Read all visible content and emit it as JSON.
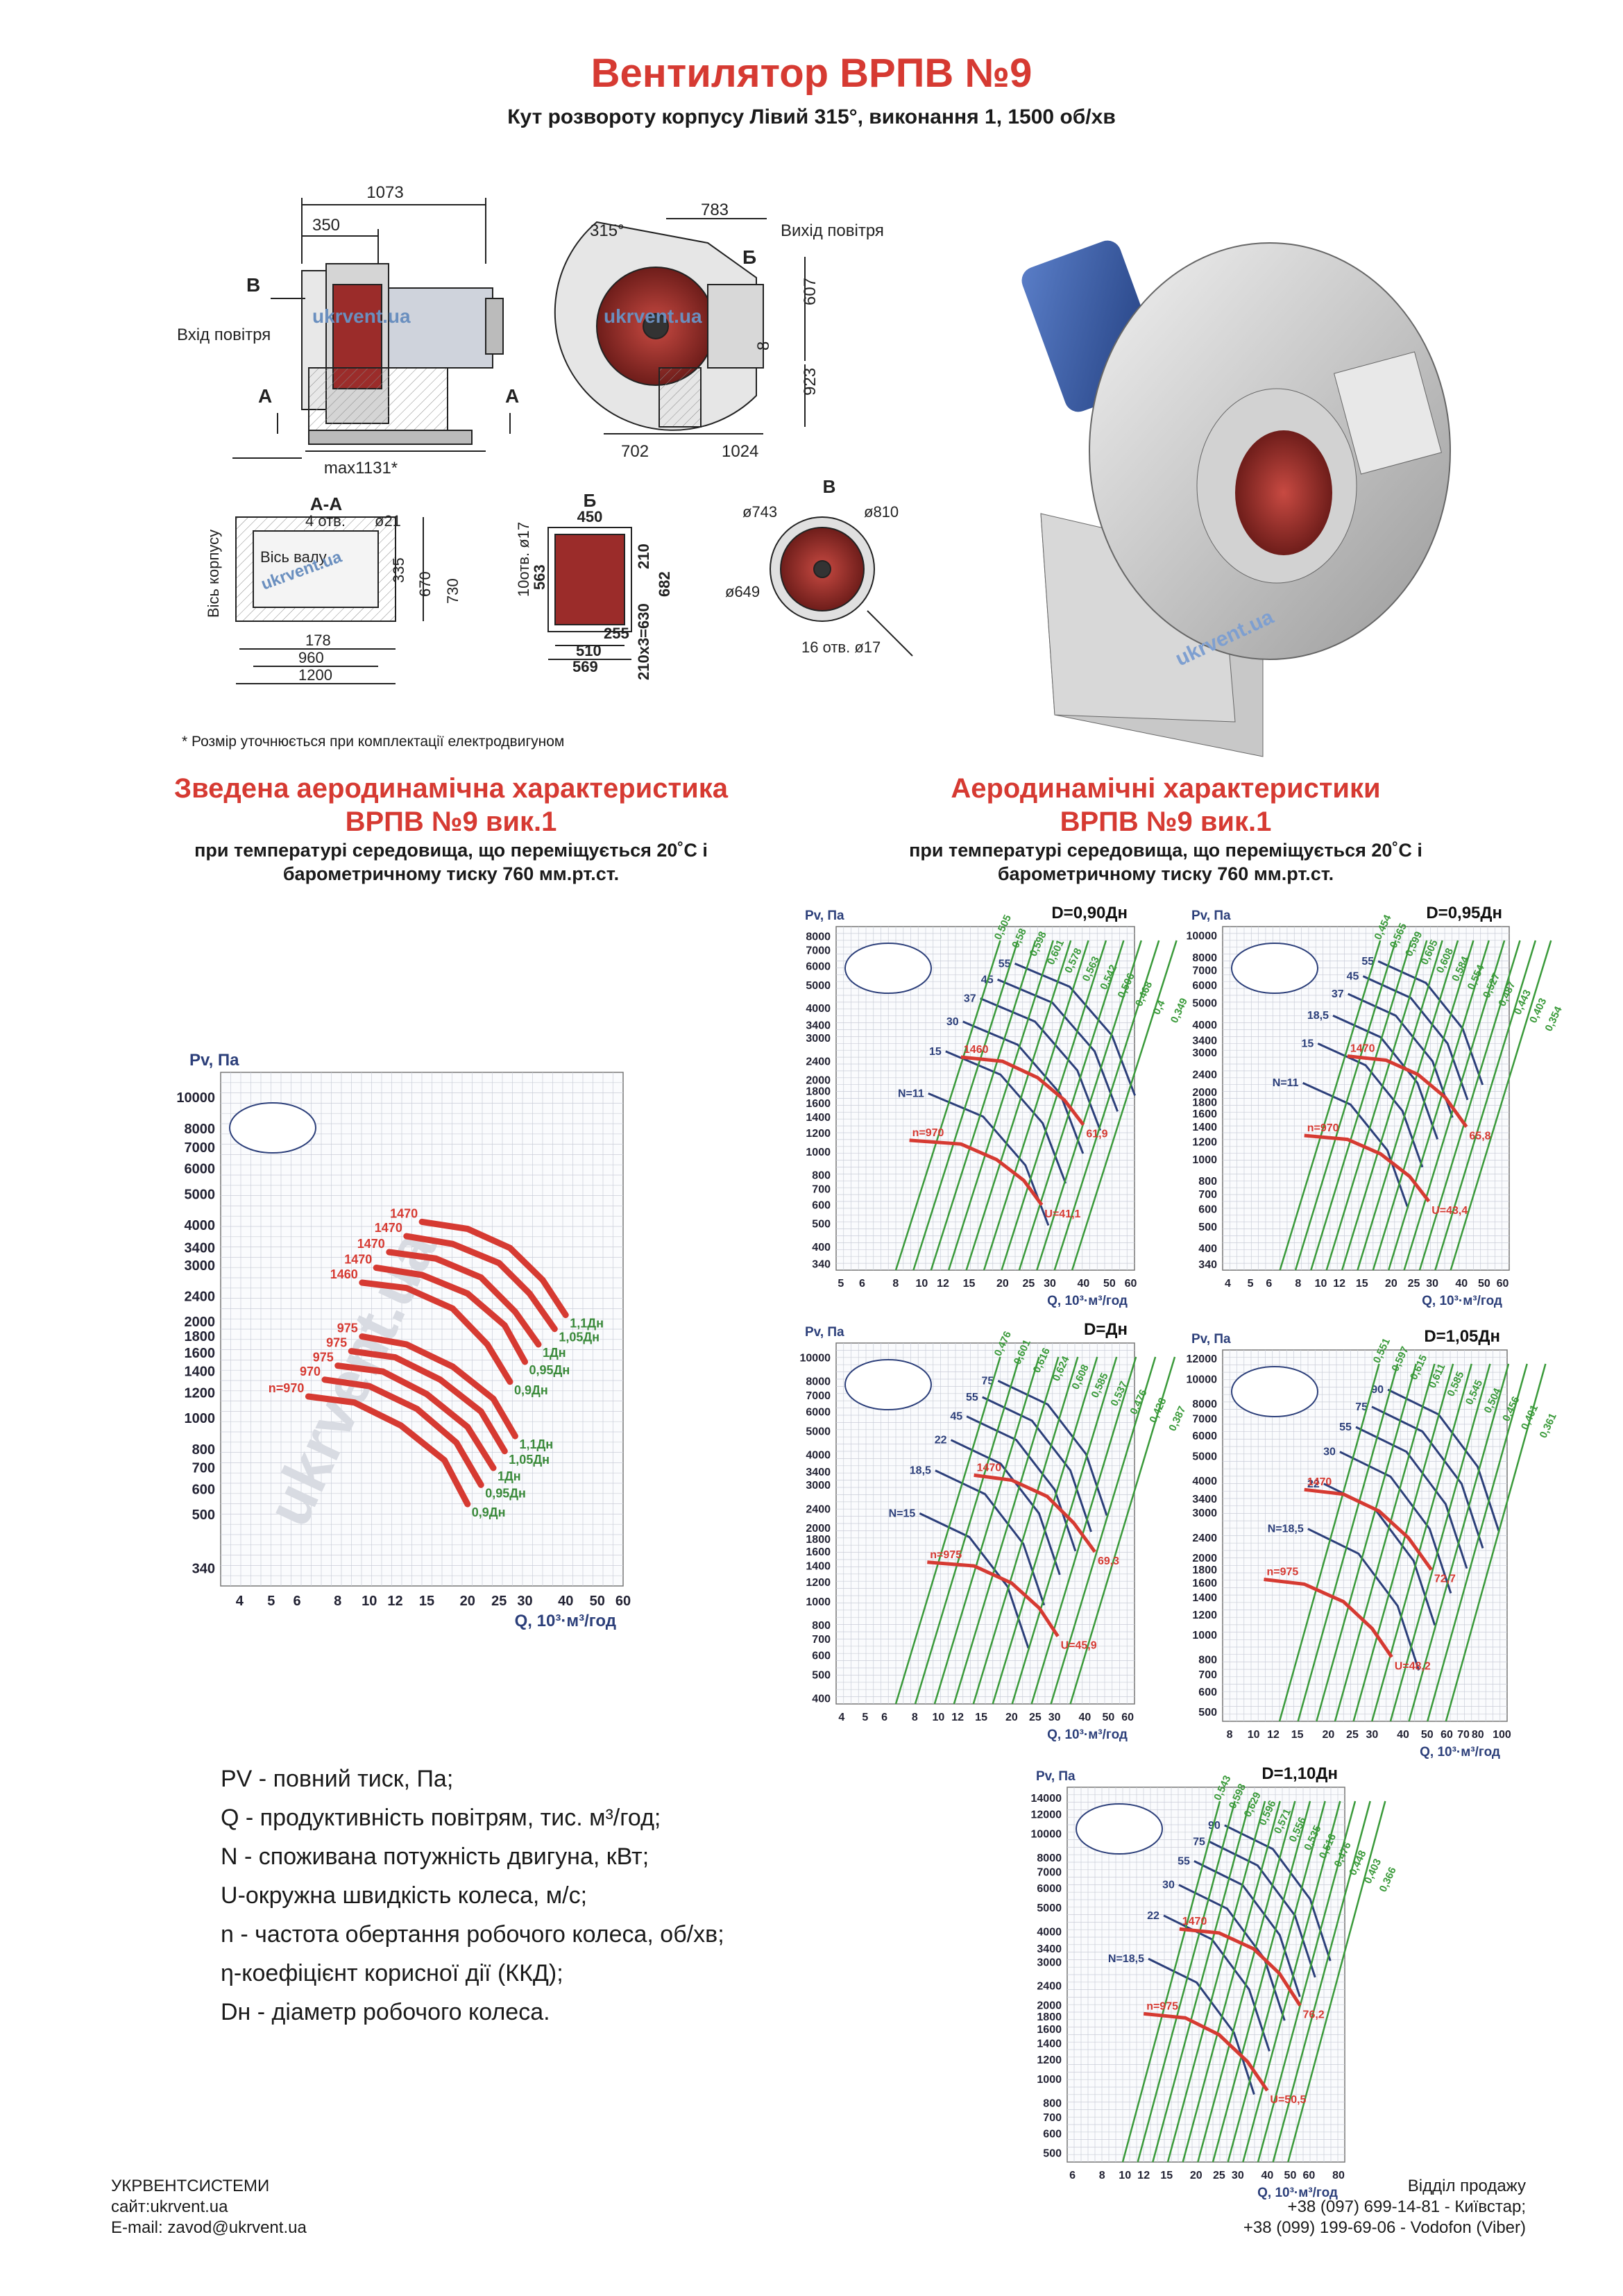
{
  "header": {
    "title": "Вентилятор ВРПВ №9",
    "subtitle": "Кут розвороту корпусу Лівий 315°, виконання 1, 1500 об/хв"
  },
  "drawings": {
    "side_view": {
      "dim_total": "1073",
      "dim_inlet": "350",
      "dim_base": "max1131*",
      "label_b": "В",
      "label_a1": "А",
      "label_a2": "А",
      "label_inlet": "Вхід повітря",
      "watermark": "ukrvent.ua"
    },
    "front_view": {
      "angle": "315°",
      "dim_top": "783",
      "dim_outlet_h": "607",
      "dim_small": "8",
      "dim_height": "923",
      "dim_left": "702",
      "dim_right": "1024",
      "label_b": "Б",
      "label_outlet": "Вихід повітря",
      "watermark": "ukrvent.ua"
    },
    "section_aa": {
      "title": "А-А",
      "holes": "4 отв.",
      "hole_d": "ø21",
      "dim_335": "335",
      "dim_670": "670",
      "dim_730": "730",
      "dim_178": "178",
      "dim_960": "960",
      "dim_1200": "1200",
      "axis_body": "Вісь корпусу",
      "axis_shaft": "Вісь валу",
      "watermark": "ukrvent.ua"
    },
    "view_b": {
      "title": "Б",
      "dim_450": "450",
      "holes": "10отв. ø17",
      "dim_563": "563",
      "dim_210": "210",
      "dim_682": "682",
      "dim_255": "255",
      "dim_510": "510",
      "dim_569": "569",
      "dim_210x3": "210х3=630"
    },
    "view_v": {
      "title": "В",
      "d743": "ø743",
      "d810": "ø810",
      "d649": "ø649",
      "holes": "16 отв. ø17"
    },
    "footnote": "* Розмір уточнюється при комплектації електродвигуном",
    "render_watermark": "ukrvent.ua"
  },
  "left_section": {
    "title_line1": "Зведена аеродинамічна характеристика",
    "title_line2": "ВРПВ №9 вик.1",
    "sub_line1": "при температурі середовища, що переміщується 20˚С і",
    "sub_line2": "барометричному тиску 760 мм.рт.ст."
  },
  "right_section": {
    "title_line1": "Аеродинамічні характеристики",
    "title_line2": "ВРПВ №9 вик.1",
    "sub_line1": "при температурі середовища, що переміщується 20˚С і",
    "sub_line2": "барометричному тиску 760 мм.рт.ст."
  },
  "chart_data": [
    {
      "id": "summary",
      "type": "line",
      "ylabel": "Pv, Па",
      "xlabel": "Q, 10³·м³/год",
      "x_scale": "log",
      "y_scale": "log",
      "xlim": [
        3.5,
        60
      ],
      "ylim": [
        300,
        12000
      ],
      "x_ticks": [
        4,
        5,
        6,
        8,
        10,
        12,
        15,
        20,
        25,
        30,
        40,
        50,
        60
      ],
      "y_ticks": [
        340,
        500,
        600,
        700,
        800,
        1000,
        1200,
        1400,
        1600,
        1800,
        2000,
        2400,
        3000,
        3400,
        4000,
        5000,
        6000,
        7000,
        8000,
        10000
      ],
      "watermark": "ukrvent.ua",
      "series": [
        {
          "name": "1,1Дн",
          "speed": "1470",
          "points": [
            [
              14.5,
              4100
            ],
            [
              20,
              3900
            ],
            [
              27,
              3400
            ],
            [
              34,
              2700
            ],
            [
              40,
              2100
            ]
          ]
        },
        {
          "name": "1,05Дн",
          "speed": "1470",
          "points": [
            [
              13,
              3700
            ],
            [
              18,
              3500
            ],
            [
              25,
              3050
            ],
            [
              31,
              2450
            ],
            [
              37,
              1900
            ]
          ]
        },
        {
          "name": "1Дн",
          "speed": "1470",
          "points": [
            [
              11.5,
              3300
            ],
            [
              16,
              3150
            ],
            [
              22,
              2750
            ],
            [
              28,
              2150
            ],
            [
              33,
              1700
            ]
          ]
        },
        {
          "name": "0,95Дн",
          "speed": "1470",
          "points": [
            [
              10.5,
              2950
            ],
            [
              14.5,
              2800
            ],
            [
              20,
              2450
            ],
            [
              26,
              1950
            ],
            [
              30,
              1500
            ]
          ]
        },
        {
          "name": "0,9Дн",
          "speed": "1460",
          "points": [
            [
              9.5,
              2650
            ],
            [
              13,
              2550
            ],
            [
              18,
              2200
            ],
            [
              23,
              1700
            ],
            [
              27,
              1300
            ]
          ]
        },
        {
          "name": "1,1Дн",
          "speed": "975",
          "points": [
            [
              9.5,
              1800
            ],
            [
              13,
              1700
            ],
            [
              18,
              1450
            ],
            [
              24,
              1150
            ],
            [
              28,
              880
            ]
          ]
        },
        {
          "name": "1,05Дн",
          "speed": "975",
          "points": [
            [
              8.8,
              1620
            ],
            [
              12,
              1550
            ],
            [
              16.5,
              1320
            ],
            [
              22,
              1050
            ],
            [
              26,
              790
            ]
          ]
        },
        {
          "name": "1Дн",
          "speed": "975",
          "points": [
            [
              8,
              1460
            ],
            [
              11,
              1400
            ],
            [
              15,
              1190
            ],
            [
              20,
              940
            ],
            [
              24,
              700
            ]
          ]
        },
        {
          "name": "0,95Дн",
          "speed": "970",
          "points": [
            [
              7.3,
              1320
            ],
            [
              10,
              1260
            ],
            [
              14,
              1070
            ],
            [
              18.5,
              840
            ],
            [
              22,
              620
            ]
          ]
        },
        {
          "name": "0,9Дн",
          "speed": "n=970",
          "points": [
            [
              6.5,
              1170
            ],
            [
              9,
              1120
            ],
            [
              12.5,
              950
            ],
            [
              17,
              740
            ],
            [
              20,
              540
            ]
          ]
        }
      ]
    },
    {
      "id": "d090",
      "type": "line",
      "title": "D=0,90Дн",
      "ylabel": "Pv, Па",
      "xlabel": "Q, 10³·м³/год",
      "x_ticks": [
        5,
        6,
        8,
        10,
        12,
        15,
        20,
        25,
        30,
        40,
        50,
        60
      ],
      "y_ticks": [
        340,
        400,
        500,
        600,
        700,
        800,
        1000,
        1200,
        1400,
        1600,
        1800,
        2000,
        2400,
        3000,
        3400,
        4000,
        5000,
        6000,
        7000,
        8000
      ],
      "xlim": [
        4.8,
        62
      ],
      "ylim": [
        320,
        8800
      ],
      "power_labels": [
        "55",
        "45",
        "37",
        "30",
        "15",
        "N=11"
      ],
      "efficiency_labels": [
        "0,505",
        "0,58",
        "0,598",
        "0,601",
        "0,578",
        "0,563",
        "0,542",
        "0,506",
        "0,468",
        "0,4",
        "0,349"
      ],
      "curves": [
        {
          "label": "1460",
          "points": [
            [
              14,
              2500
            ],
            [
              20,
              2400
            ],
            [
              27,
              2050
            ],
            [
              34,
              1650
            ],
            [
              40,
              1300
            ]
          ]
        },
        {
          "label": "n=970",
          "points": [
            [
              9,
              1120
            ],
            [
              14,
              1080
            ],
            [
              19,
              930
            ],
            [
              24,
              760
            ],
            [
              28,
              600
            ]
          ]
        }
      ],
      "max_speed_label": "61,9",
      "min_speed_label": "U=41,1"
    },
    {
      "id": "d095",
      "type": "line",
      "title": "D=0,95Дн",
      "ylabel": "Pv, Па",
      "xlabel": "Q, 10³·м³/год",
      "x_ticks": [
        4,
        5,
        6,
        8,
        10,
        12,
        15,
        20,
        25,
        30,
        40,
        50,
        60
      ],
      "y_ticks": [
        340,
        400,
        500,
        600,
        700,
        800,
        1000,
        1200,
        1400,
        1600,
        1800,
        2000,
        2400,
        3000,
        3400,
        4000,
        5000,
        6000,
        7000,
        8000,
        10000
      ],
      "xlim": [
        3.8,
        64
      ],
      "ylim": [
        320,
        11000
      ],
      "power_labels": [
        "55",
        "45",
        "37",
        "18,5",
        "15",
        "N=11"
      ],
      "efficiency_labels": [
        "0,454",
        "0,565",
        "0,599",
        "0,605",
        "0,608",
        "0,584",
        "0,554",
        "0,527",
        "0,487",
        "0,443",
        "0,403",
        "0,354"
      ],
      "curves": [
        {
          "label": "1470",
          "points": [
            [
              13,
              2900
            ],
            [
              19,
              2780
            ],
            [
              26,
              2400
            ],
            [
              34,
              1900
            ],
            [
              42,
              1400
            ]
          ]
        },
        {
          "label": "n=970",
          "points": [
            [
              8.5,
              1280
            ],
            [
              13,
              1230
            ],
            [
              18,
              1060
            ],
            [
              24,
              840
            ],
            [
              29,
              650
            ]
          ]
        }
      ],
      "max_speed_label": "65,8",
      "min_speed_label": "U=43,4"
    },
    {
      "id": "d100",
      "type": "line",
      "title": "D=Дн",
      "ylabel": "Pv, Па",
      "xlabel": "Q, 10³·м³/год",
      "x_ticks": [
        4,
        5,
        6,
        8,
        10,
        12,
        15,
        20,
        25,
        30,
        40,
        50,
        60
      ],
      "y_ticks": [
        400,
        500,
        600,
        700,
        800,
        1000,
        1200,
        1400,
        1600,
        1800,
        2000,
        2400,
        3000,
        3400,
        4000,
        5000,
        6000,
        7000,
        8000,
        10000
      ],
      "xlim": [
        3.8,
        64
      ],
      "ylim": [
        380,
        11500
      ],
      "power_labels": [
        "75",
        "55",
        "45",
        "22",
        "18,5",
        "N=15"
      ],
      "efficiency_labels": [
        "0,476",
        "0,601",
        "0,616",
        "0,624",
        "0,608",
        "0,585",
        "0,537",
        "0,476",
        "0,428",
        "0,387"
      ],
      "curves": [
        {
          "label": "1470",
          "points": [
            [
              14,
              3300
            ],
            [
              20,
              3150
            ],
            [
              28,
              2700
            ],
            [
              36,
              2100
            ],
            [
              44,
              1600
            ]
          ]
        },
        {
          "label": "n=975",
          "points": [
            [
              9,
              1450
            ],
            [
              14,
              1400
            ],
            [
              20,
              1190
            ],
            [
              26,
              940
            ],
            [
              31,
              720
            ]
          ]
        }
      ],
      "max_speed_label": "69,3",
      "min_speed_label": "U=45,9"
    },
    {
      "id": "d105",
      "type": "line",
      "title": "D=1,05Дн",
      "ylabel": "Pv, Па",
      "xlabel": "Q, 10³·м³/год",
      "x_ticks": [
        8,
        10,
        12,
        15,
        20,
        25,
        30,
        40,
        50,
        60,
        70,
        80,
        100
      ],
      "y_ticks": [
        500,
        600,
        700,
        800,
        1000,
        1200,
        1400,
        1600,
        1800,
        2000,
        2400,
        3000,
        3400,
        4000,
        5000,
        6000,
        7000,
        8000,
        10000,
        12000
      ],
      "xlim": [
        7.5,
        105
      ],
      "ylim": [
        460,
        13000
      ],
      "power_labels": [
        "90",
        "75",
        "55",
        "30",
        "22",
        "N=18,5"
      ],
      "efficiency_labels": [
        "0,551",
        "0,597",
        "0,615",
        "0,611",
        "0,585",
        "0,545",
        "0,504",
        "0,456",
        "0,401",
        "0,361"
      ],
      "curves": [
        {
          "label": "1470",
          "points": [
            [
              16,
              3700
            ],
            [
              23,
              3550
            ],
            [
              32,
              3050
            ],
            [
              42,
              2400
            ],
            [
              52,
              1800
            ]
          ]
        },
        {
          "label": "n=975",
          "points": [
            [
              11,
              1650
            ],
            [
              16,
              1580
            ],
            [
              23,
              1350
            ],
            [
              30,
              1060
            ],
            [
              36,
              820
            ]
          ]
        }
      ],
      "max_speed_label": "72,7",
      "min_speed_label": "U=48,2"
    },
    {
      "id": "d110",
      "type": "line",
      "title": "D=1,10Дн",
      "ylabel": "Pv, Па",
      "xlabel": "Q, 10³·м³/год",
      "x_ticks": [
        6,
        8,
        10,
        12,
        15,
        20,
        25,
        30,
        40,
        50,
        60,
        80
      ],
      "y_ticks": [
        500,
        600,
        700,
        800,
        1000,
        1200,
        1400,
        1600,
        1800,
        2000,
        2400,
        3000,
        3400,
        4000,
        5000,
        6000,
        7000,
        8000,
        10000,
        12000,
        14000
      ],
      "xlim": [
        5.7,
        85
      ],
      "ylim": [
        460,
        15500
      ],
      "power_labels": [
        "90",
        "75",
        "55",
        "30",
        "22",
        "N=18,5"
      ],
      "efficiency_labels": [
        "0,543",
        "0,598",
        "0,629",
        "0,596",
        "0,571",
        "0,556",
        "0,535",
        "0,516",
        "0,476",
        "0,448",
        "0,403",
        "0,366"
      ],
      "curves": [
        {
          "label": "1470",
          "points": [
            [
              17,
              4100
            ],
            [
              25,
              3950
            ],
            [
              35,
              3400
            ],
            [
              45,
              2700
            ],
            [
              55,
              2000
            ]
          ]
        },
        {
          "label": "n=975",
          "points": [
            [
              12,
              1850
            ],
            [
              18,
              1780
            ],
            [
              25,
              1520
            ],
            [
              33,
              1180
            ],
            [
              40,
              900
            ]
          ]
        }
      ],
      "max_speed_label": "76,2",
      "min_speed_label": "U=50,5"
    }
  ],
  "legend": [
    {
      "key": "PV",
      "text": " - повний тиск, Па;"
    },
    {
      "key": "Q",
      "text": " - продуктивність повітрям, тис. м³/год;"
    },
    {
      "key": "N",
      "text": " - споживана потужність двигуна, кВт;"
    },
    {
      "key": "U",
      "text": "-окружна швидкість колеса, м/с;"
    },
    {
      "key": "n",
      "text": " - частота обертання робочого колеса, об/хв;"
    },
    {
      "key": "η",
      "text": "-коефіцієнт корисної дії (ККД);"
    },
    {
      "key": "Dн",
      "text": " - діаметр робочого колеса."
    }
  ],
  "footer": {
    "company": "УКРВЕНТСИСТЕМИ",
    "site": "сайт:ukrvent.ua",
    "email": "E-mail: zavod@ukrvent.ua",
    "sales_title": "Відділ продажу",
    "phone1": "+38 (097) 699-14-81 - Київстар;",
    "phone2": "+38 (099) 199-69-06 - Vodofon (Viber)"
  },
  "colors": {
    "title_red": "#d63a32",
    "curve_red": "#d63a32",
    "curve_blue": "#2c3f7a",
    "curve_green": "#3a9a3a",
    "grid": "#c9cdd8",
    "drawing_red": "#9b2c2a"
  }
}
